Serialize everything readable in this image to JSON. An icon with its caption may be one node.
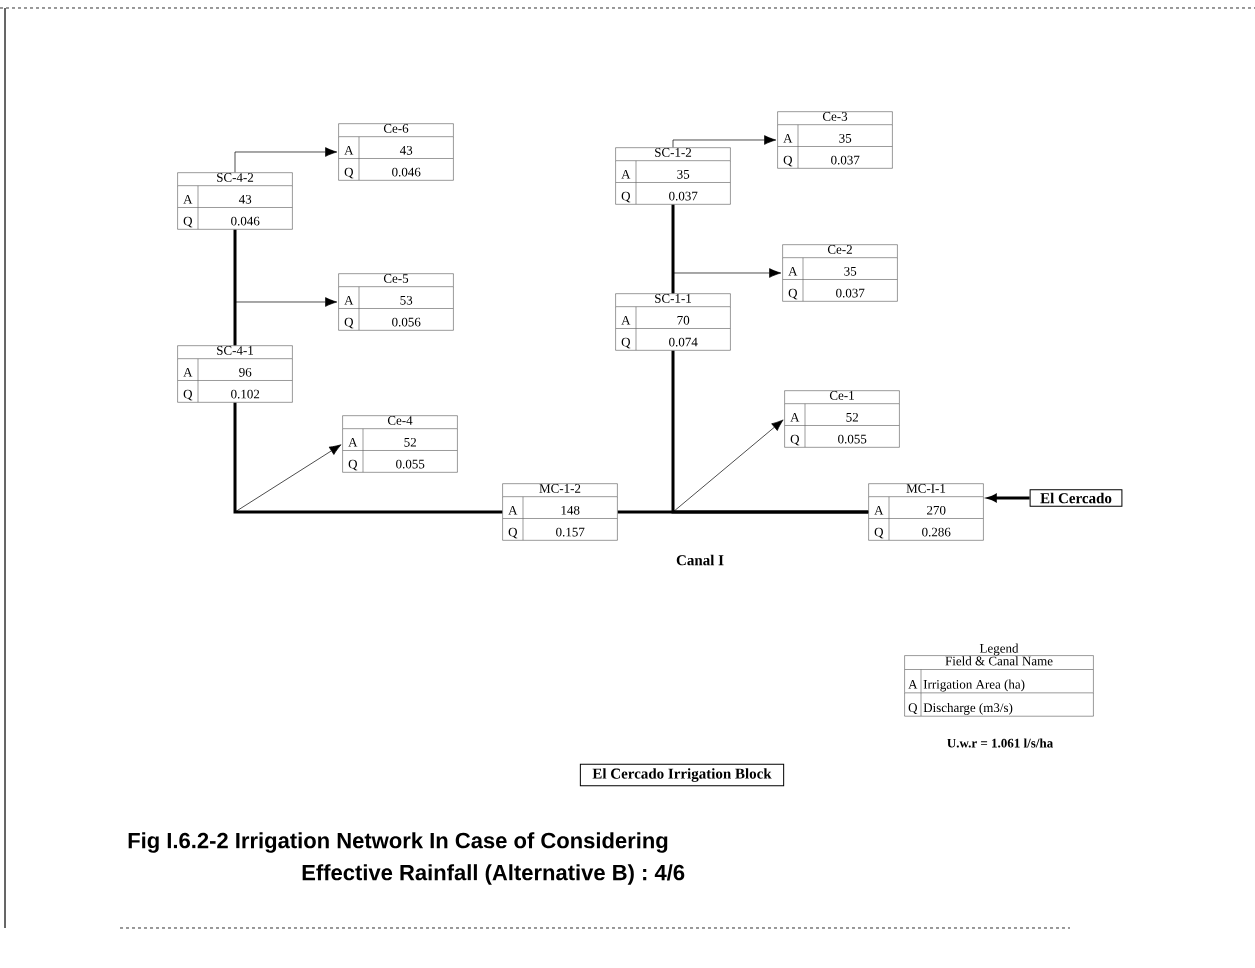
{
  "diagram": {
    "title": "Fig I.6.2-2 Irrigation Network In Case of Considering Effective Rainfall (Alternative B) : 4/6",
    "nodes": [
      {
        "text": [
          "Ce-3",
          "A",
          "35",
          "Q",
          "0.037"
        ]
      },
      {
        "text": [
          "Ce-6",
          "A",
          "43",
          "Q",
          "0.046"
        ]
      },
      {
        "text": [
          "SC-1-2",
          "A",
          "35",
          "Q",
          "0.037"
        ]
      },
      {
        "text": [
          "SC-4-2",
          "A",
          "43",
          "Q",
          "0.046"
        ]
      },
      {
        "text": [
          "Ce-2",
          "A",
          "35",
          "Q",
          "0.037"
        ]
      },
      {
        "text": [
          "Ce-5",
          "A",
          "53",
          "Q",
          "0.056"
        ]
      },
      {
        "text": [
          "SC-1-1",
          "A",
          "70",
          "Q",
          "0.074"
        ]
      },
      {
        "text": [
          "SC-4-1",
          "A",
          "96",
          "Q",
          "0.102"
        ]
      },
      {
        "text": [
          "Ce-1",
          "A",
          "52",
          "Q",
          "0.055"
        ]
      },
      {
        "text": [
          "Ce-4",
          "A",
          "52",
          "Q",
          "0.055"
        ]
      },
      {
        "text": [
          "MC-1-2",
          "A",
          "148",
          "Q",
          "0.157"
        ]
      },
      {
        "text": [
          "MC-I-1",
          "A",
          "270",
          "Q",
          "0.286"
        ]
      },
      {
        "text": [
          "El Cercado"
        ]
      },
      {
        "text": [
          "El Cercado Irrigation Block"
        ]
      },
      {
        "text": [
          "Legend",
          "Field & Canal Name",
          "A",
          "Irrigation Area (ha)",
          "Q",
          "Discharge (m3/s)"
        ]
      }
    ],
    "edges": [
      {
        "from": 12,
        "to": 11,
        "arrow": "to",
        "style": "thick"
      },
      {
        "from": 11,
        "to": 10,
        "arrow": "none",
        "style": "thick"
      },
      {
        "from": 11,
        "to": 6,
        "arrow": "none",
        "style": "thick"
      },
      {
        "from": 11,
        "to": 8,
        "arrow": "to"
      },
      {
        "from": 6,
        "to": 2,
        "arrow": "none",
        "style": "thick"
      },
      {
        "from": 6,
        "to": 4,
        "arrow": "to"
      },
      {
        "from": 2,
        "to": 0,
        "arrow": "to"
      },
      {
        "from": 10,
        "to": 7,
        "arrow": "none",
        "style": "thick"
      },
      {
        "from": 10,
        "to": 9,
        "arrow": "to"
      },
      {
        "from": 7,
        "to": 3,
        "arrow": "none",
        "style": "thick"
      },
      {
        "from": 7,
        "to": 5,
        "arrow": "to"
      },
      {
        "from": 3,
        "to": 1,
        "arrow": "to"
      }
    ],
    "labels": [
      "Canal I",
      "U.w.r = 1.061 l/s/ha"
    ]
  }
}
